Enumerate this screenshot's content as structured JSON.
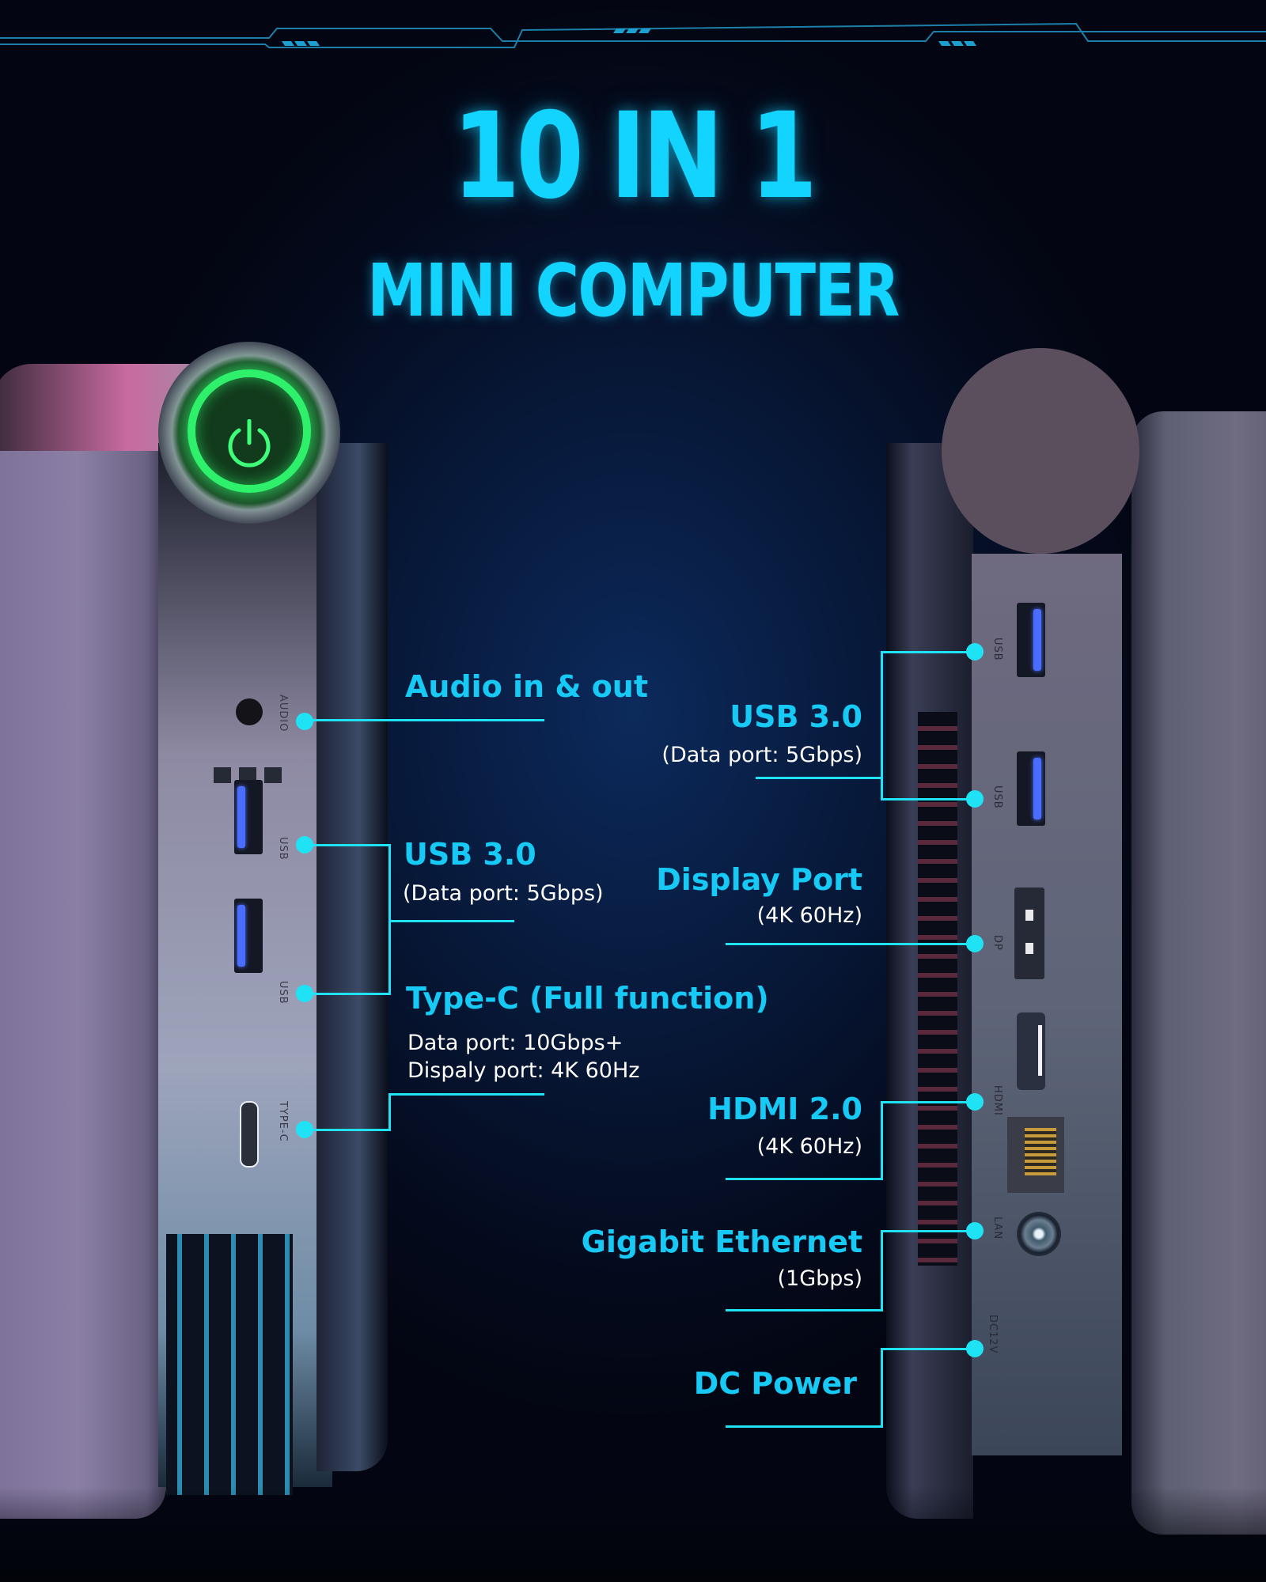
{
  "header": {
    "title": "10 IN 1",
    "subtitle": "MINI COMPUTER"
  },
  "colors": {
    "accent": "#17c9f5",
    "callout_line": "#1fe3f5",
    "power_led": "#2ef06a",
    "background": "#071838"
  },
  "left_device": {
    "power_button_icon": "power-icon",
    "port_markings": [
      "AUDIO",
      "USB",
      "USB",
      "TYPE-C"
    ],
    "callouts": [
      {
        "title": "Audio in & out",
        "detail": []
      },
      {
        "title": "USB 3.0",
        "detail": [
          "(Data port: 5Gbps)"
        ]
      },
      {
        "title": "Type-C (Full function)",
        "detail": [
          "Data port: 10Gbps+",
          "Dispaly port: 4K 60Hz"
        ]
      }
    ]
  },
  "right_device": {
    "port_markings": [
      "USB",
      "USB",
      "DP",
      "HDMI",
      "LAN",
      "DC12V"
    ],
    "callouts": [
      {
        "title": "USB 3.0",
        "detail": [
          "(Data port: 5Gbps)"
        ]
      },
      {
        "title": "Display Port",
        "detail": [
          "(4K 60Hz)"
        ]
      },
      {
        "title": "HDMI 2.0",
        "detail": [
          "(4K 60Hz)"
        ]
      },
      {
        "title": "Gigabit Ethernet",
        "detail": [
          "(1Gbps)"
        ]
      },
      {
        "title": "DC Power",
        "detail": []
      }
    ]
  }
}
